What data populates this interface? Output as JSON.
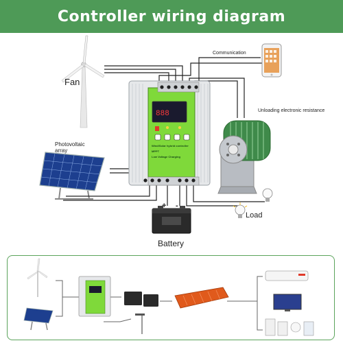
{
  "header": {
    "title": "Controller wiring diagram"
  },
  "labels": {
    "fan": "Fan",
    "communication": "Communication",
    "unloading": "Unloading electronic resistance",
    "photovoltaic": "Photovoltaic",
    "array": "array",
    "load": "Load",
    "battery": "Battery",
    "plus": "+",
    "minus": "-"
  },
  "controller": {
    "brand_line": "Wind/Solar hybrid controller",
    "mode_line": "MPPT",
    "charge_line": "Low Voltage Charging",
    "display_value": "888"
  },
  "colors": {
    "header_bg": "#4e9a57",
    "controller_green": "#7fd93a",
    "frame_border": "#5aa35a",
    "wire": "#222222",
    "inverter_orange": "#e05a1c"
  }
}
